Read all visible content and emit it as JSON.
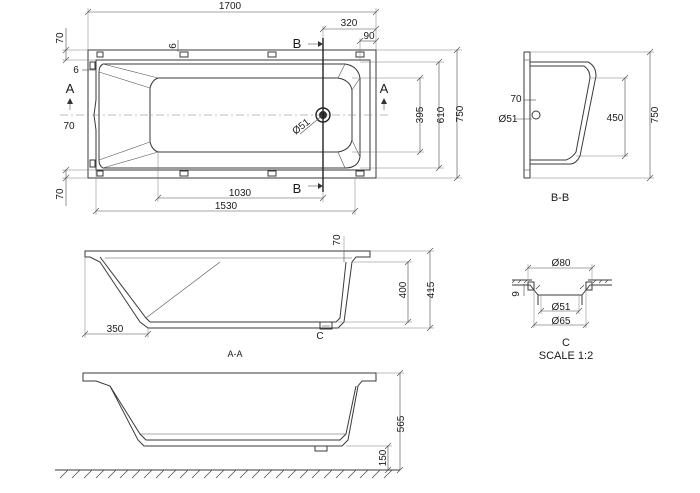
{
  "colors": {
    "line": "#3a3a3a",
    "text": "#1a1a1a",
    "background": "#ffffff"
  },
  "plan_view": {
    "overall_length": "1700",
    "overall_width": "750",
    "rim_top": "70",
    "rim_bottom": "70",
    "rim_left": "70",
    "rim_small": "6",
    "drain_offset_right": "320",
    "rim_right": "90",
    "rim_left_small": "6",
    "inner_width": "610",
    "bottom_width": "395",
    "drain_length": "1030",
    "inner_length": "1530",
    "drain_diameter": "Ø51",
    "section_a_left": "A",
    "section_a_right": "A",
    "section_b_top": "B",
    "section_b_bottom": "B"
  },
  "section_bb": {
    "label": "B-B",
    "width": "750",
    "bottom_width": "450",
    "drain_height": "70",
    "drain_diameter": "Ø51"
  },
  "section_aa": {
    "label": "A-A",
    "rim_height": "70",
    "depth": "400",
    "total_height": "415",
    "slope_length": "350",
    "detail_marker": "C"
  },
  "detail_c": {
    "label": "C",
    "scale": "SCALE 1:2",
    "outer_diameter": "Ø80",
    "drain_diameter": "Ø51",
    "flange_diameter": "Ø65",
    "flange_height": "9"
  },
  "elevation": {
    "overall_height": "565",
    "leg_height": "150"
  }
}
